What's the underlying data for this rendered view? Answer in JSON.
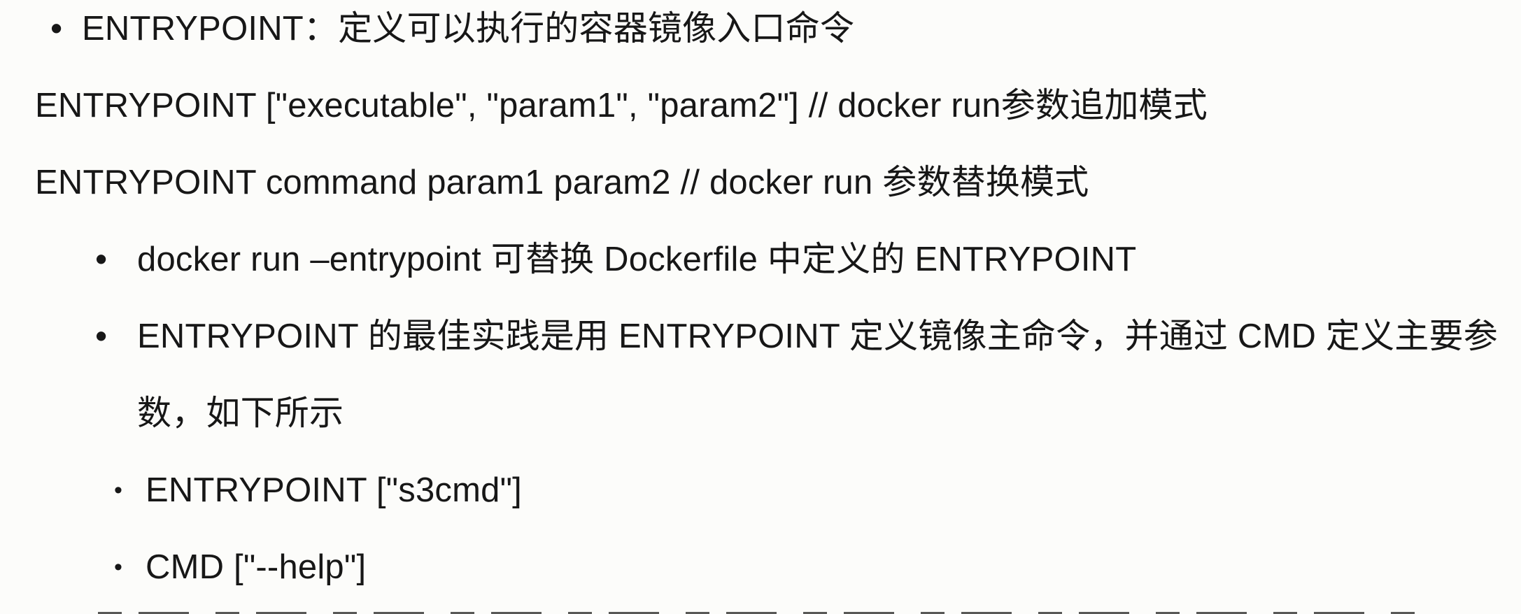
{
  "page": {
    "background_color": "#fcfcfa",
    "text_color": "#171717"
  },
  "icons": {
    "bullet": "•"
  },
  "content": {
    "items": [
      {
        "level": 1,
        "text": "ENTRYPOINT：定义可以执行的容器镜像入口命令"
      },
      {
        "level": 0,
        "text": "ENTRYPOINT [\"executable\", \"param1\", \"param2\"] // docker run参数追加模式"
      },
      {
        "level": 0,
        "text": "ENTRYPOINT command param1 param2 // docker run 参数替换模式"
      },
      {
        "level": 2,
        "text": "docker run –entrypoint 可替换 Dockerfile 中定义的 ENTRYPOINT"
      },
      {
        "level": 2,
        "text": "ENTRYPOINT 的最佳实践是用 ENTRYPOINT 定义镜像主命令，并通过 CMD 定义主要参数，如下所示"
      },
      {
        "level": 3,
        "text": "ENTRYPOINT [\"s3cmd\"]"
      },
      {
        "level": 3,
        "text": "CMD [\"--help\"]"
      }
    ]
  }
}
